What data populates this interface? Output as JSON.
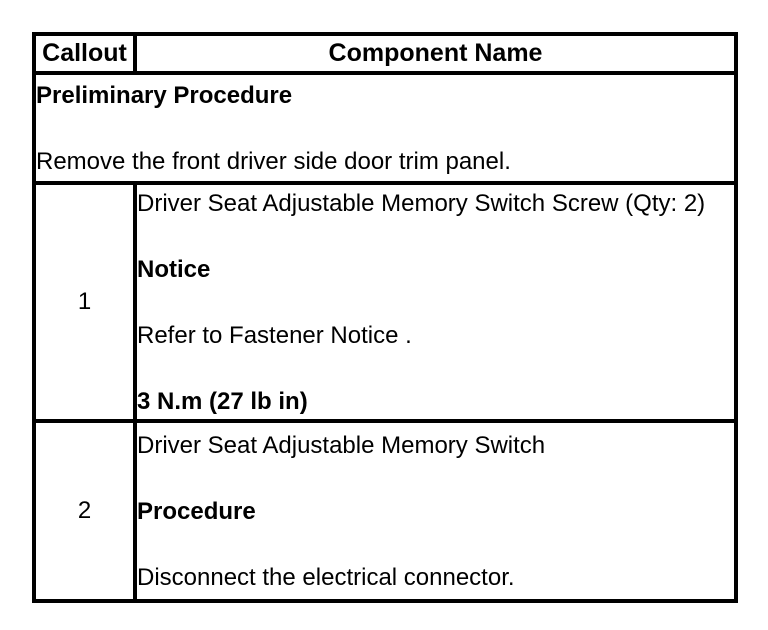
{
  "colors": {
    "background": "#ffffff",
    "border": "#000000",
    "text": "#000000"
  },
  "table": {
    "header": {
      "callout_label": "Callout",
      "component_label": "Component Name"
    },
    "preliminary": {
      "title": "Preliminary Procedure",
      "step": "Remove the front driver side door trim panel."
    },
    "rows": [
      {
        "callout": "1",
        "component": "Driver Seat Adjustable Memory Switch Screw (Qty: 2)",
        "notice_label": "Notice",
        "notice_text": "Refer to Fastener Notice .",
        "torque_spec": "3 N.m (27 lb in)"
      },
      {
        "callout": "2",
        "component": "Driver Seat Adjustable Memory Switch",
        "procedure_label": "Procedure",
        "procedure_text": "Disconnect the electrical connector."
      }
    ]
  }
}
